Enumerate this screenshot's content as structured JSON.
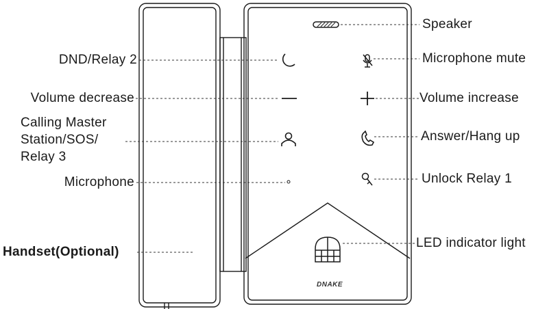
{
  "labels": {
    "speaker": "Speaker",
    "microphone_mute": "Microphone mute",
    "volume_increase": "Volume increase",
    "answer_hang_up": "Answer/Hang up",
    "unlock_relay_1": "Unlock Relay 1",
    "led_indicator_light": "LED indicator light",
    "dnd_relay_2": "DND/Relay 2",
    "volume_decrease": "Volume decrease",
    "calling_master_station": "Calling Master\nStation/SOS/\nRelay 3",
    "microphone": "Microphone",
    "handset_optional": "Handset(Optional)"
  },
  "device": {
    "brand": "DNAKE"
  },
  "colors": {
    "outline": "#1a1a1a",
    "leader": "#333333",
    "text": "#1a1a1a"
  }
}
